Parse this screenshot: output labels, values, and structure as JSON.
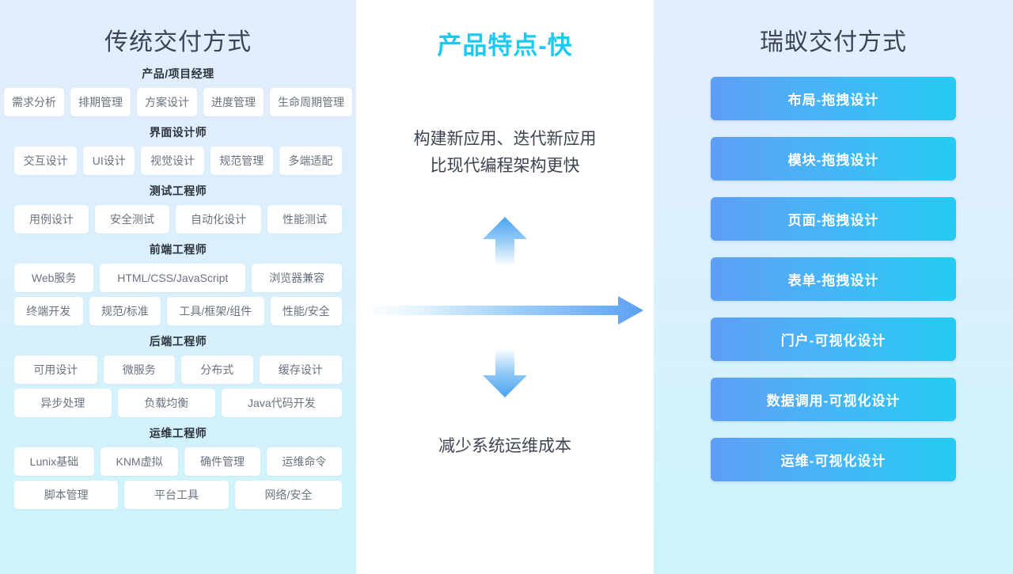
{
  "left": {
    "title": "传统交付方式",
    "groups": [
      {
        "role": "产品/项目经理",
        "rows": [
          [
            "需求分析",
            "排期管理",
            "方案设计",
            "进度管理",
            "生命周期管理"
          ]
        ]
      },
      {
        "role": "界面设计师",
        "rows": [
          [
            "交互设计",
            "UI设计",
            "视觉设计",
            "规范管理",
            "多端适配"
          ]
        ]
      },
      {
        "role": "测试工程师",
        "rows": [
          [
            "用例设计",
            "安全测试",
            "自动化设计",
            "性能测试"
          ]
        ]
      },
      {
        "role": "前端工程师",
        "rows": [
          [
            "Web服务",
            "HTML/CSS/JavaScript",
            "浏览器兼容"
          ],
          [
            "终端开发",
            "规范/标准",
            "工具/框架/组件",
            "性能/安全"
          ]
        ]
      },
      {
        "role": "后端工程师",
        "rows": [
          [
            "可用设计",
            "微服务",
            "分布式",
            "缓存设计"
          ],
          [
            "异步处理",
            "负载均衡",
            "Java代码开发"
          ]
        ]
      },
      {
        "role": "运维工程师",
        "rows": [
          [
            "Lunix基础",
            "KNM虚拟",
            "确件管理",
            "运维命令"
          ],
          [
            "脚本管理",
            "平台工具",
            "网络/安全"
          ]
        ]
      }
    ]
  },
  "center": {
    "title": "产品特点-快",
    "line1": "构建新应用、迭代新应用",
    "line2": "比现代编程架构更快",
    "footer": "减少系统运维成本",
    "arrow_up_name": "arrow-up-icon",
    "arrow_right_name": "arrow-right-icon",
    "arrow_down_name": "arrow-down-icon"
  },
  "right": {
    "title": "瑞蚁交付方式",
    "items": [
      "布局-拖拽设计",
      "模块-拖拽设计",
      "页面-拖拽设计",
      "表单-拖拽设计",
      "门户-可视化设计",
      "数据调用-可视化设计",
      "运维-可视化设计"
    ]
  },
  "colors": {
    "panel_bg_top": "#e3edfc",
    "panel_bg_bottom": "#cdf4fb",
    "center_accent": "#1ec9f1",
    "cta_gradient_start": "#5e9ef6",
    "cta_gradient_end": "#25cbf2",
    "title_text": "#3c4452",
    "tag_text": "#6a7280",
    "tag_bg": "#ffffff"
  }
}
